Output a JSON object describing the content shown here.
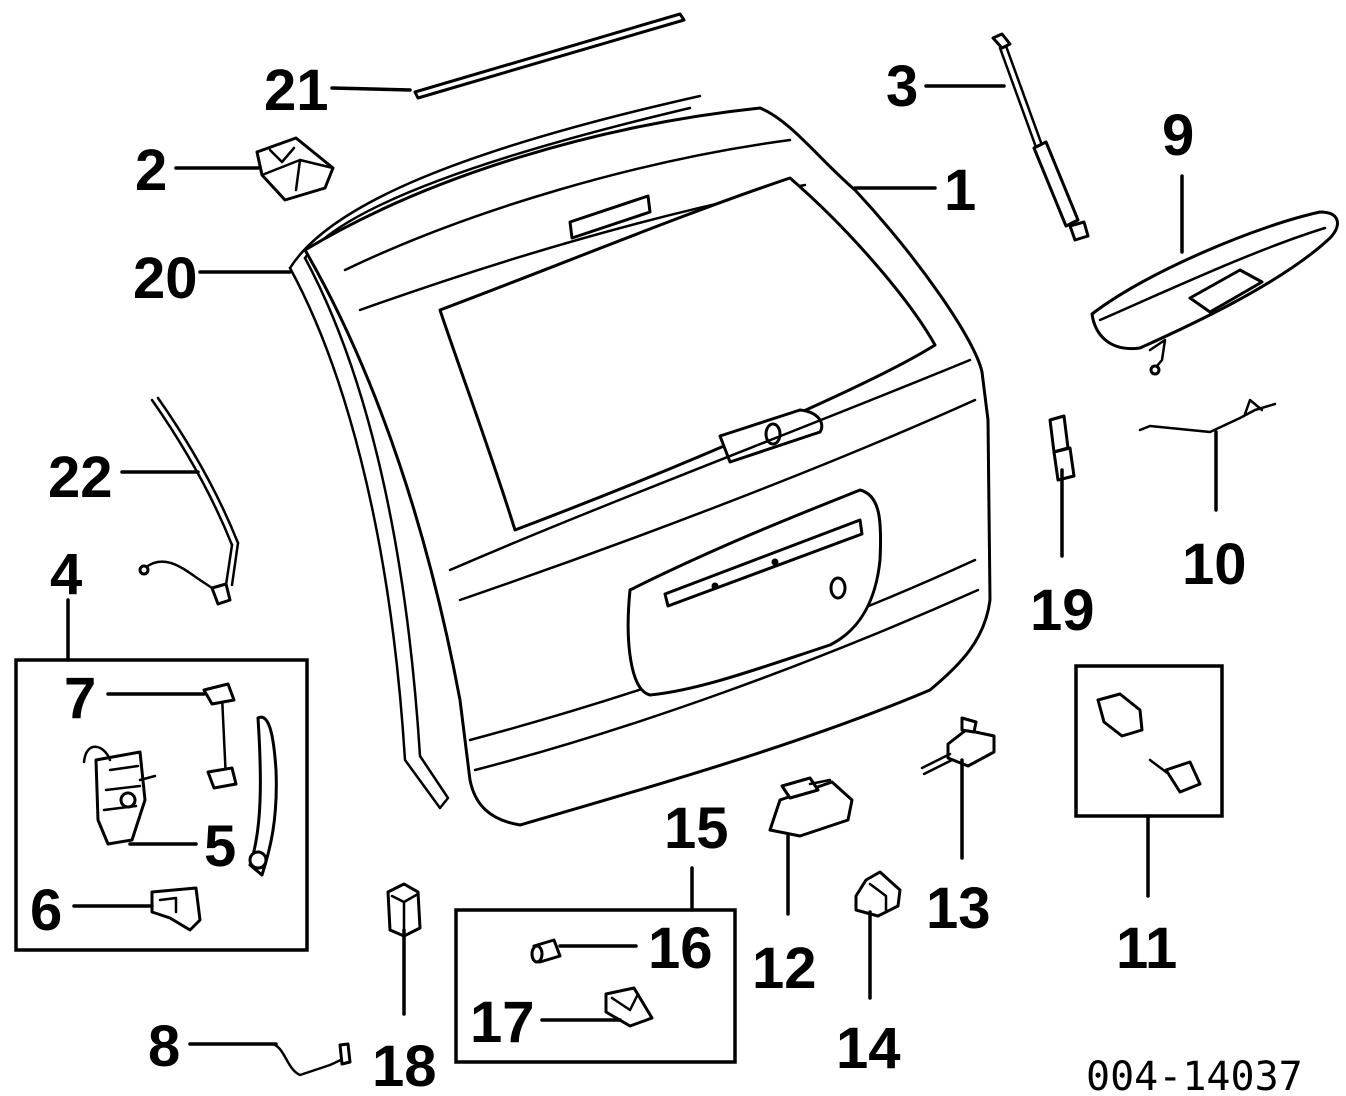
{
  "callouts": {
    "c1": "1",
    "c2": "2",
    "c3": "3",
    "c4": "4",
    "c5": "5",
    "c6": "6",
    "c7": "7",
    "c8": "8",
    "c9": "9",
    "c10": "10",
    "c11": "11",
    "c12": "12",
    "c13": "13",
    "c14": "14",
    "c15": "15",
    "c16": "16",
    "c17": "17",
    "c18": "18",
    "c19": "19",
    "c20": "20",
    "c21": "21",
    "c22": "22"
  },
  "figure_code": "004-14037"
}
